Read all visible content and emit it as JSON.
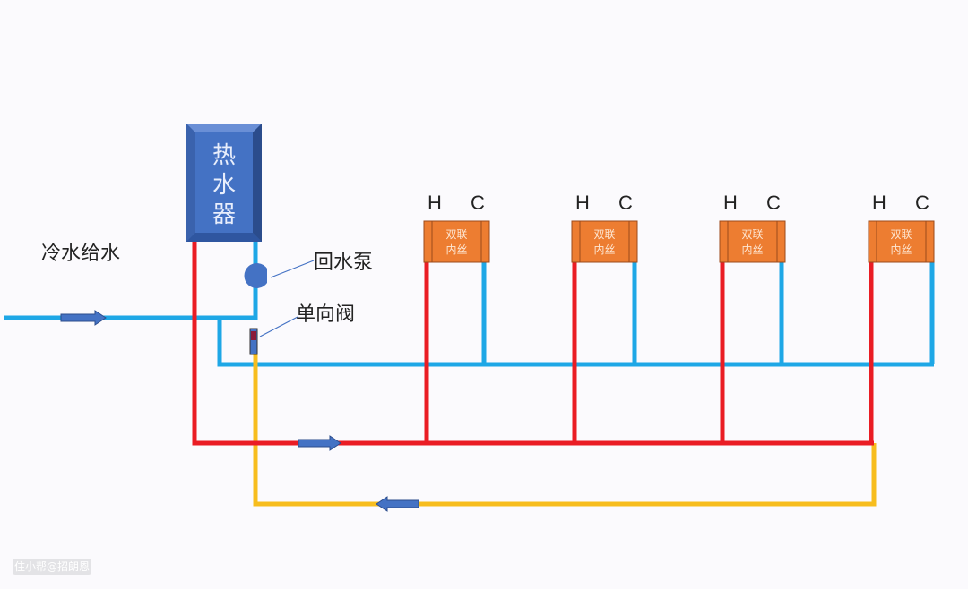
{
  "heater": {
    "label_chars": [
      "热",
      "水",
      "器"
    ]
  },
  "labels": {
    "cold_water_supply": "冷水给水",
    "return_pump": "回水泵",
    "check_valve": "单向阀"
  },
  "fixtures": [
    {
      "hot": "H",
      "cold": "C",
      "line1": "双联",
      "line2": "内丝"
    },
    {
      "hot": "H",
      "cold": "C",
      "line1": "双联",
      "line2": "内丝"
    },
    {
      "hot": "H",
      "cold": "C",
      "line1": "双联",
      "line2": "内丝"
    },
    {
      "hot": "H",
      "cold": "C",
      "line1": "双联",
      "line2": "内丝"
    }
  ],
  "watermark": "住小帮@招朗恩",
  "colors": {
    "hot_pipe": "#ea1c24",
    "cold_pipe": "#1ea7e6",
    "return_pipe": "#f7bd1e",
    "heater": "#4472c4",
    "fixture": "#ed7d31",
    "arrow": "#4472c4"
  }
}
